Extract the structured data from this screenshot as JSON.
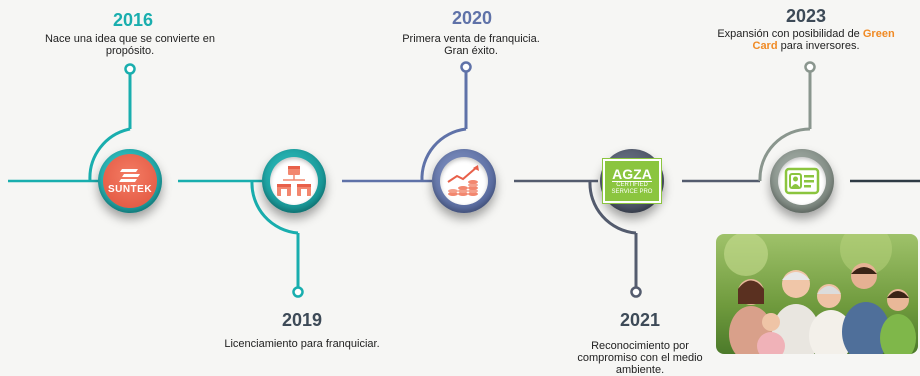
{
  "milestones": [
    {
      "year": "2016",
      "text": "Nace una idea que se convierte en propósito.",
      "icon": "suntek-logo",
      "color": "#1ab2b2"
    },
    {
      "year": "2019",
      "text": "Licenciamiento para franquiciar.",
      "icon": "franchise-stores-icon",
      "color": "#1aa3a3"
    },
    {
      "year": "2020",
      "text_line1": "Primera venta de franquicia.",
      "text_line2": "Gran éxito.",
      "icon": "growth-chart-icon",
      "color": "#5d70a6"
    },
    {
      "year": "2021",
      "text": "Reconocimiento por compromiso con el medio ambiente.",
      "icon": "agza-certified-badge",
      "color": "#4b5468"
    },
    {
      "year": "2023",
      "text_before": "Expansión con posibilidad de",
      "highlight": "Green Card",
      "text_after": "para inversores.",
      "icon": "id-card-icon",
      "color": "#7e8a82"
    }
  ],
  "logo": {
    "brand": "SUNTEK"
  },
  "badge": {
    "main": "AGZA",
    "sub1": "CERTIFIED",
    "sub2": "SERVICE PRO"
  },
  "photo": {
    "subject": "family-photo"
  },
  "colors": {
    "teal": "#19aeae",
    "blue": "#5f72a8",
    "slate": "#545c6e",
    "sage": "#8a968e",
    "orange": "#f08a24",
    "dark_line": "#2f3b45"
  }
}
